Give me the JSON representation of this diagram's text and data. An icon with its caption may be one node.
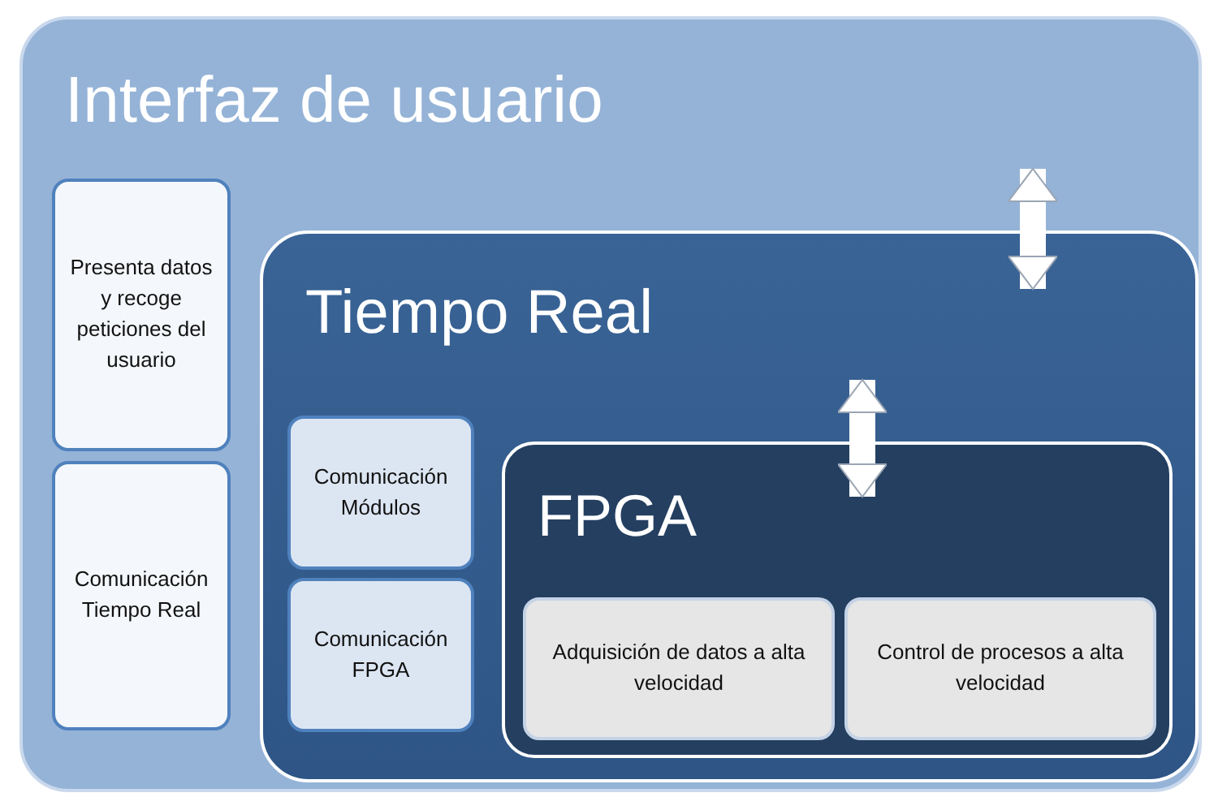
{
  "diagram": {
    "nodes": [
      {
        "text": [
          "Interfaz de usuario"
        ]
      },
      {
        "text": [
          "Presenta datos y recoge peticiones del usuario"
        ],
        "in": 0
      },
      {
        "text": [
          "Comunicación Tiempo Real"
        ],
        "in": 0
      },
      {
        "text": [
          "Tiempo Real"
        ],
        "in": 0
      },
      {
        "text": [
          "Comunicación Módulos"
        ],
        "in": 3
      },
      {
        "text": [
          "Comunicación FPGA"
        ],
        "in": 3
      },
      {
        "text": [
          "FPGA"
        ],
        "in": 3
      },
      {
        "text": [
          "Adquisición de datos a alta velocidad"
        ],
        "in": 6
      },
      {
        "text": [
          "Control de procesos a alta velocidad"
        ],
        "in": 6
      }
    ],
    "edges": [
      {
        "from": 0,
        "to": 3,
        "arrow": "both"
      },
      {
        "from": 3,
        "to": 6,
        "arrow": "both"
      }
    ]
  }
}
